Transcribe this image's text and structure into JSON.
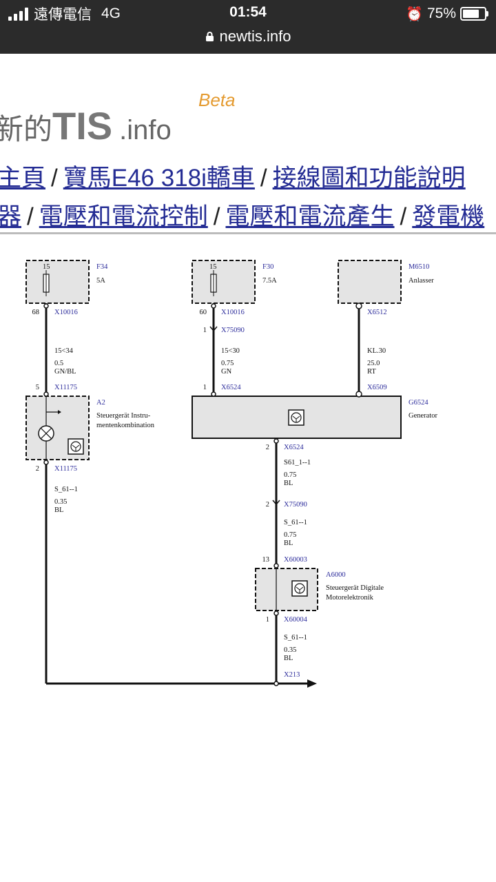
{
  "status": {
    "carrier": "遠傳電信",
    "network": "4G",
    "time": "01:54",
    "battery": "75%",
    "battery_level": 0.75,
    "url": "newtis.info"
  },
  "site": {
    "logo_prefix": "新的",
    "logo_main": "TIS",
    "logo_suffix": ".info",
    "beta": "Beta",
    "breadcrumb_row1": [
      "主頁",
      "寶馬E46 318i轎車",
      "接線圖和功能說明"
    ],
    "breadcrumb_row2": [
      "器",
      "電壓和電流控制",
      "電壓和電流產生",
      "發電機"
    ],
    "separator": "/"
  },
  "diagram": {
    "f34": {
      "pin": "15",
      "id": "F34",
      "rating": "5A"
    },
    "f30": {
      "pin": "15",
      "id": "F30",
      "rating": "7.5A"
    },
    "m6510": {
      "id": "M6510",
      "name": "Anlasser"
    },
    "w1": {
      "pin_top": "68",
      "conn_top": "X10016",
      "sig": "15<34",
      "size": "0.5",
      "color": "GN/BL",
      "pin_bot": "5",
      "conn_bot": "X11175"
    },
    "w2": {
      "pin_top": "60",
      "conn_top": "X10016",
      "pin_mid": "1",
      "conn_mid": "X75090",
      "sig": "15<30",
      "size": "0.75",
      "color": "GN",
      "pin_bot": "1",
      "conn_bot": "X6524"
    },
    "w3": {
      "conn_top": "X6512",
      "sig": "KL.30",
      "size": "25.0",
      "color": "RT",
      "conn_bot": "X6509"
    },
    "a2": {
      "id": "A2",
      "line1": "Steuergerät Instru-",
      "line2": "mentenkombination"
    },
    "g6524": {
      "id": "G6524",
      "name": "Generator"
    },
    "w4": {
      "pin": "2",
      "conn": "X11175",
      "sig": "S_61--1",
      "size": "0.35",
      "color": "BL"
    },
    "w5": {
      "pin": "2",
      "conn": "X6524",
      "sig": "S61_1--1",
      "size": "0.75",
      "color": "BL"
    },
    "w6": {
      "pin": "2",
      "conn": "X75090",
      "sig": "S_61--1",
      "size": "0.75",
      "color": "BL"
    },
    "w7": {
      "pin": "13",
      "conn": "X60003"
    },
    "a6000": {
      "id": "A6000",
      "line1": "Steuergerät Digitale",
      "line2": "Motorelektronik"
    },
    "w8": {
      "pin": "1",
      "conn": "X60004",
      "sig": "S_61--1",
      "size": "0.35",
      "color": "BL"
    },
    "x213": "X213"
  }
}
